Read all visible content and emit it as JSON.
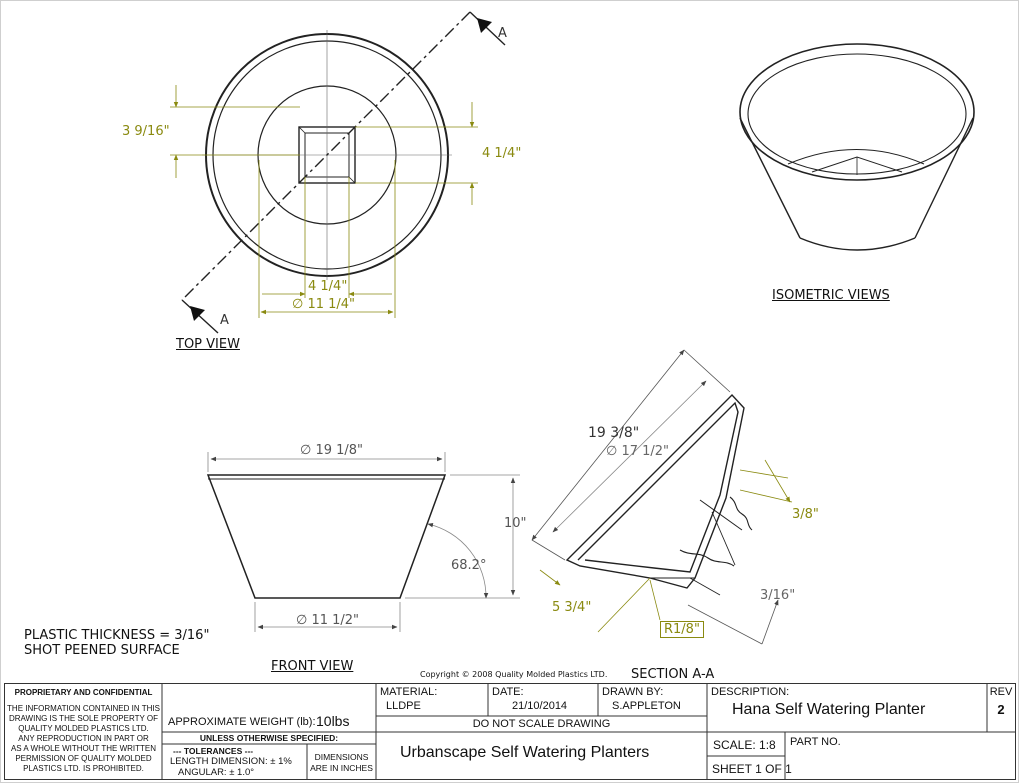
{
  "top_view": {
    "title": "TOP VIEW",
    "section_marker_top": "A",
    "section_marker_bottom": "A",
    "dims": {
      "left_height": "3 9/16\"",
      "right_height": "4 1/4\"",
      "inner_width": "4 1/4\"",
      "diameter": "∅ 11 1/4\""
    }
  },
  "iso_view": {
    "title": "ISOMETRIC VIEWS"
  },
  "front_view": {
    "title": "FRONT VIEW",
    "dims": {
      "top_diameter": "∅ 19 1/8\"",
      "bottom_diameter": "∅ 11 1/2\"",
      "height": "10\"",
      "angle": "68.2°"
    }
  },
  "section_view": {
    "title": "SECTION A-A",
    "dims": {
      "overall": "19 3/8\"",
      "inner_diameter": "∅ 17 1/2\"",
      "wall": "3/8\"",
      "depth": "5 3/4\"",
      "radius": "R1/8\"",
      "thickness": "3/16\""
    }
  },
  "notes": {
    "line1": "PLASTIC THICKNESS = 3/16\"",
    "line2": "SHOT PEENED SURFACE"
  },
  "copyright": "Copyright © 2008 Quality Molded Plastics LTD.",
  "title_block": {
    "proprietary_heading": "PROPRIETARY AND CONFIDENTIAL",
    "proprietary_text": [
      "THE INFORMATION CONTAINED IN THIS",
      "DRAWING IS THE SOLE PROPERTY OF",
      "QUALITY MOLDED PLASTICS LTD.",
      "ANY REPRODUCTION IN PART OR",
      "AS A WHOLE WITHOUT THE WRITTEN",
      "PERMISSION OF QUALITY MOLDED",
      "PLASTICS LTD. IS PROHIBITED."
    ],
    "weight_label": "APPROXIMATE WEIGHT (lb):",
    "weight_value": "10lbs",
    "unless_specified": "UNLESS OTHERWISE SPECIFIED:",
    "tolerances_heading": "--- TOLERANCES ---",
    "length_tol": "LENGTH DIMENSION: ± 1%",
    "angular_tol": "ANGULAR: ± 1.0°",
    "dimensions_note_1": "DIMENSIONS",
    "dimensions_note_2": "ARE IN INCHES",
    "material_label": "MATERIAL:",
    "material_value": "LLDPE",
    "date_label": "DATE:",
    "date_value": "21/10/2014",
    "drawn_by_label": "DRAWN BY:",
    "drawn_by_value": "S.APPLETON",
    "do_not_scale": "DO NOT SCALE DRAWING",
    "series": "Urbanscape Self Watering Planters",
    "description_label": "DESCRIPTION:",
    "description_value": "Hana Self Watering Planter",
    "rev_label": "REV",
    "rev_value": "2",
    "scale": "SCALE: 1:8",
    "part_no": "PART NO.",
    "sheet": "SHEET 1 OF 1"
  }
}
